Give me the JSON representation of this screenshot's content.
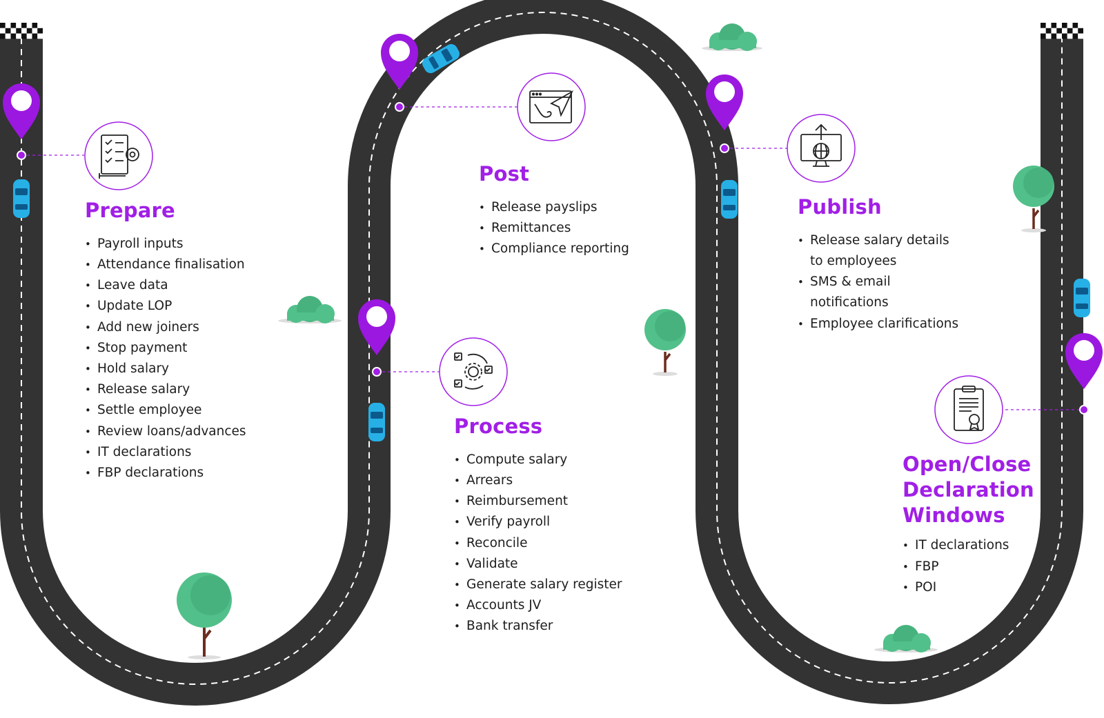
{
  "colors": {
    "road": "#333333",
    "lane": "#ffffff",
    "accent": "#a11fe6",
    "tree": "#52c08a",
    "trunk": "#6b2d1f",
    "car": "#27b0e6"
  },
  "stages": [
    {
      "id": "prepare",
      "title": "Prepare",
      "icon": "checklist-gear-icon",
      "items": [
        "Payroll inputs",
        "Attendance finalisation",
        "Leave data",
        "Update LOP",
        "Add new joiners",
        "Stop payment",
        "Hold salary",
        "Release salary",
        "Settle employee",
        "Review loans/advances",
        "IT declarations",
        "FBP declarations"
      ]
    },
    {
      "id": "post",
      "title": "Post",
      "icon": "paper-plane-browser-icon",
      "items": [
        "Release payslips",
        "Remittances",
        "Compliance reporting"
      ]
    },
    {
      "id": "process",
      "title": "Process",
      "icon": "process-cycle-icon",
      "items": [
        "Compute salary",
        "Arrears",
        "Reimbursement",
        "Verify payroll",
        "Reconcile",
        "Validate",
        "Generate salary register",
        "Accounts JV",
        "Bank transfer"
      ]
    },
    {
      "id": "publish",
      "title": "Publish",
      "icon": "monitor-globe-upload-icon",
      "items": [
        {
          "first": "Release salary details",
          "rest": "to employees"
        },
        {
          "first": "SMS & email",
          "rest": "notifications"
        },
        "Employee clarifications"
      ]
    },
    {
      "id": "declarations",
      "title_lines": [
        "Open/Close",
        "Declaration",
        "Windows"
      ],
      "icon": "certificate-clipboard-icon",
      "items": [
        "IT declarations",
        "FBP",
        "POI"
      ]
    }
  ]
}
